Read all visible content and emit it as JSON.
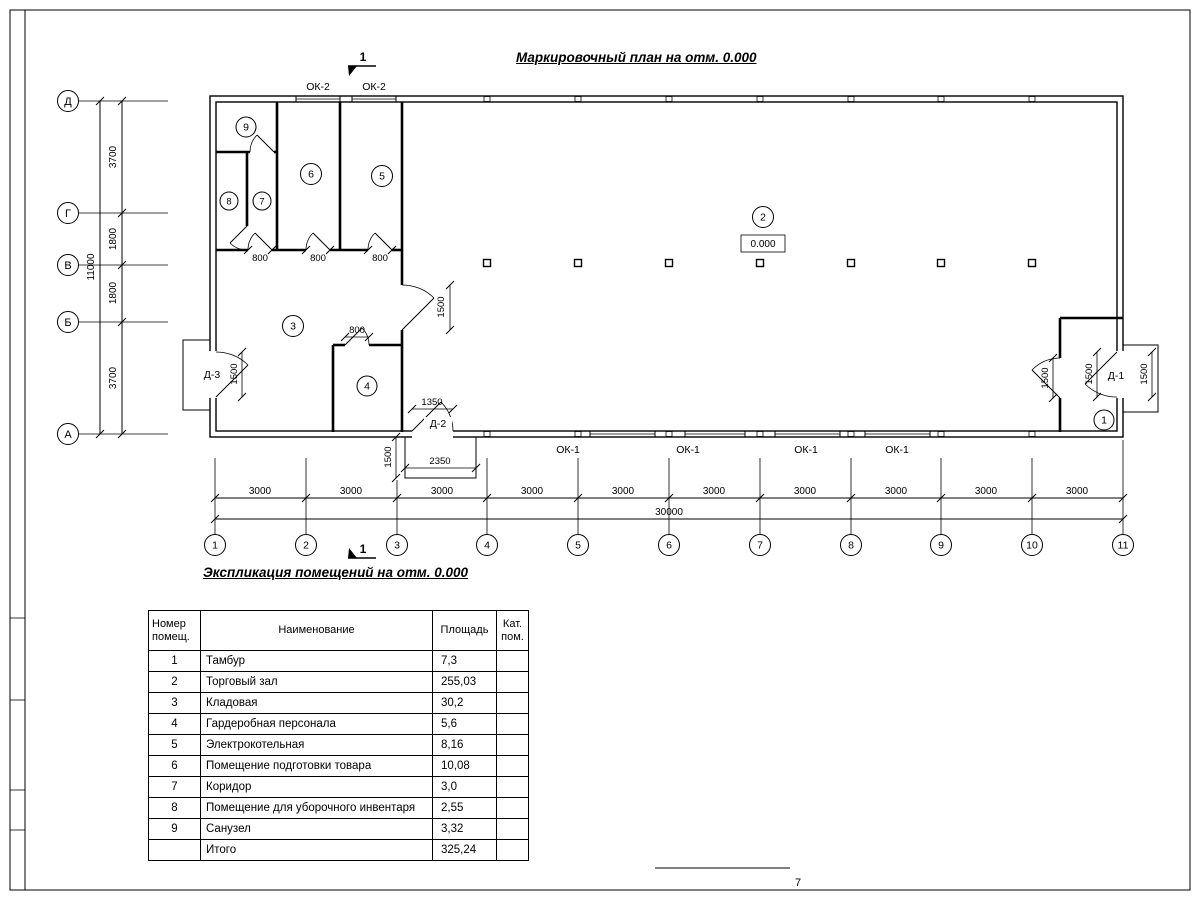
{
  "titles": {
    "plan": "Маркировочный план на отм. 0.000",
    "table": "Экспликация помещений на отм. 0.000"
  },
  "plan": {
    "axes_bottom": [
      "1",
      "2",
      "3",
      "4",
      "5",
      "6",
      "7",
      "8",
      "9",
      "10",
      "11"
    ],
    "axes_left": [
      "Д",
      "Г",
      "В",
      "Б",
      "А"
    ],
    "dims_bottom": [
      "3000",
      "3000",
      "3000",
      "3000",
      "3000",
      "3000",
      "3000",
      "3000",
      "3000",
      "3000"
    ],
    "dim_bottom_total": "30000",
    "dims_left": [
      "3700",
      "1800",
      "1800",
      "3700"
    ],
    "dim_left_total": "11000",
    "rooms": [
      "1",
      "2",
      "3",
      "4",
      "5",
      "6",
      "7",
      "8",
      "9"
    ],
    "elevation": "0.000",
    "section": "1",
    "window_top_label": "ОК-2",
    "window_bottom_label": "ОК-1",
    "door_left": "Д-3",
    "door_bottom": "Д-2",
    "door_right": "Д-1",
    "dim_800": "800",
    "dim_1500": "1500",
    "dim_1350": "1350",
    "dim_2350": "2350"
  },
  "schedule": {
    "headers": {
      "num": "Номер помещ.",
      "name": "Наименование",
      "area": "Площадь",
      "cat": "Кат. пом."
    },
    "rows": [
      {
        "num": "1",
        "name": "Тамбур",
        "area": "7,3",
        "cat": ""
      },
      {
        "num": "2",
        "name": "Торговый зал",
        "area": "255,03",
        "cat": ""
      },
      {
        "num": "3",
        "name": "Кладовая",
        "area": "30,2",
        "cat": ""
      },
      {
        "num": "4",
        "name": "Гардеробная персонала",
        "area": "5,6",
        "cat": ""
      },
      {
        "num": "5",
        "name": "Электрокотельная",
        "area": "8,16",
        "cat": ""
      },
      {
        "num": "6",
        "name": "Помещение подготовки товара",
        "area": "10,08",
        "cat": ""
      },
      {
        "num": "7",
        "name": "Коридор",
        "area": "3,0",
        "cat": ""
      },
      {
        "num": "8",
        "name": "Помещение для уборочного инвентаря",
        "area": "2,55",
        "cat": ""
      },
      {
        "num": "9",
        "name": "Санузел",
        "area": "3,32",
        "cat": ""
      },
      {
        "num": "",
        "name": "Итого",
        "area": "325,24",
        "cat": ""
      }
    ]
  },
  "sheet": {
    "page": "7"
  }
}
